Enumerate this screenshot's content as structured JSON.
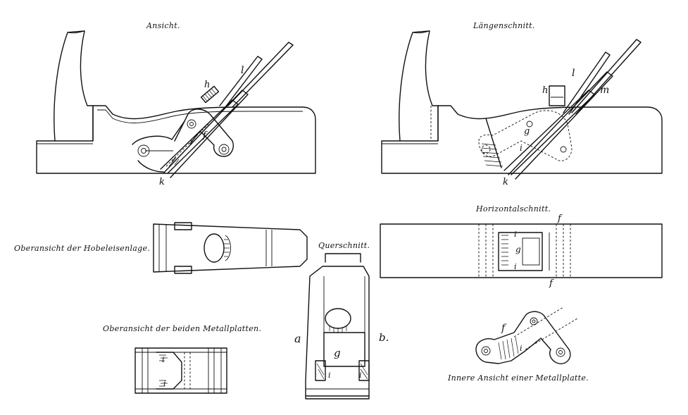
{
  "captions": {
    "ansicht": "Ansicht.",
    "laengenschnitt": "Längenschnitt.",
    "horizontalschnitt": "Horizontalschnitt.",
    "oberansicht_hobeleisenlage": "Oberansicht der Hobeleisenlage.",
    "querschnitt": "Querschnitt.",
    "oberansicht_metallplatten": "Oberansicht der beiden Metallplatten.",
    "innere_ansicht": "Innere Ansicht einer Metallplatte."
  },
  "part_labels": {
    "h": "h",
    "l": "l",
    "m": "m",
    "f": "f",
    "k": "k",
    "g": "g",
    "i": "i",
    "a": "a",
    "b": "b."
  }
}
